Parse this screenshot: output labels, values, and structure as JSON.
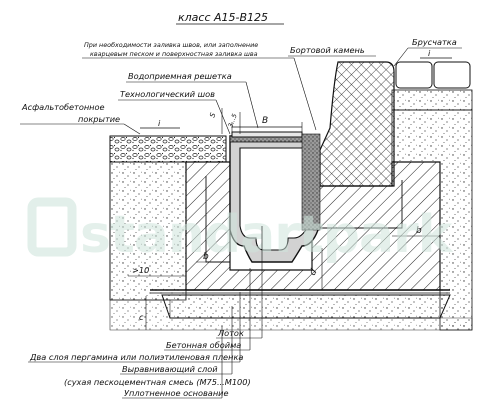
{
  "title": "класс А15-В125",
  "watermark": "standartpark",
  "notes": {
    "seam_line1": "При необходимости заливка швов, или заполнение",
    "seam_line2": "кварцевым песком и поверхностная заливка шва"
  },
  "labels": {
    "curb": "Бортовой камень",
    "paving": "Брусчатка",
    "grate": "Водоприемная решетка",
    "tech_seam": "Технологический шов",
    "asphalt_line1": "Асфальтобетонное",
    "asphalt_line2": "покрытие"
  },
  "dimensions": {
    "width_B": "B",
    "i_left": "i",
    "i_right": "i",
    "s": "S",
    "s_val": "3...5",
    "b_left": "b",
    "b_right": "b",
    "d": "d",
    "c": "c",
    "gt10": ">10"
  },
  "layers": [
    "Лоток",
    "Бетонная обойма",
    "Два слоя пергамина или полиэтиленовая пленка",
    "Выравнивающий слой",
    "(сухая пескоцементная смесь (М75...М100)",
    "Уплотненное основание"
  ],
  "colors": {
    "line": "#111111",
    "watermark": "#cfe5dc",
    "channel": "#cfcfcf"
  }
}
